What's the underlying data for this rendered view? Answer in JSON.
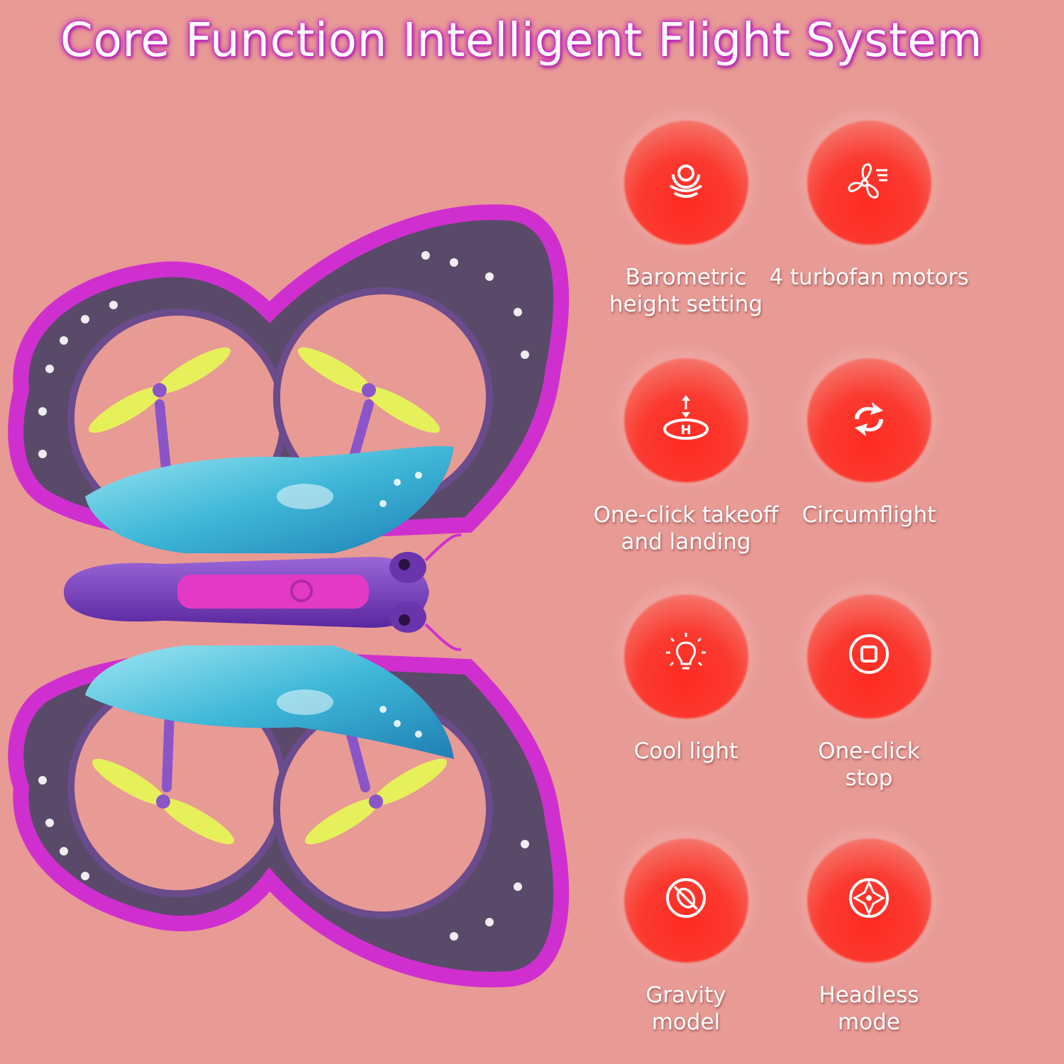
{
  "title": "Core Function Intelligent Flight System",
  "features": [
    {
      "label_line1": "Barometric",
      "label_line2": "height setting",
      "icon": "barometer-icon"
    },
    {
      "label_line1": "4 turbofan motors",
      "label_line2": "",
      "icon": "fan-icon"
    },
    {
      "label_line1": "One-click takeoff",
      "label_line2": "and landing",
      "icon": "takeoff-landing-icon"
    },
    {
      "label_line1": "Circumflight",
      "label_line2": "",
      "icon": "circumflight-icon"
    },
    {
      "label_line1": "Cool light",
      "label_line2": "",
      "icon": "light-bulb-icon"
    },
    {
      "label_line1": "One-click",
      "label_line2": "stop",
      "icon": "stop-icon"
    },
    {
      "label_line1": "Gravity",
      "label_line2": "model",
      "icon": "gravity-icon"
    },
    {
      "label_line1": "Headless",
      "label_line2": "mode",
      "icon": "headless-icon"
    }
  ],
  "colors": {
    "background": "#e89a95",
    "orb": "#ff2b22",
    "title_glow": "#c71fd0",
    "wing_frame": "#c42bc0",
    "wing_blue": "#3fb8d8",
    "body": "#7a3fc0",
    "propeller": "#e6f05a"
  }
}
